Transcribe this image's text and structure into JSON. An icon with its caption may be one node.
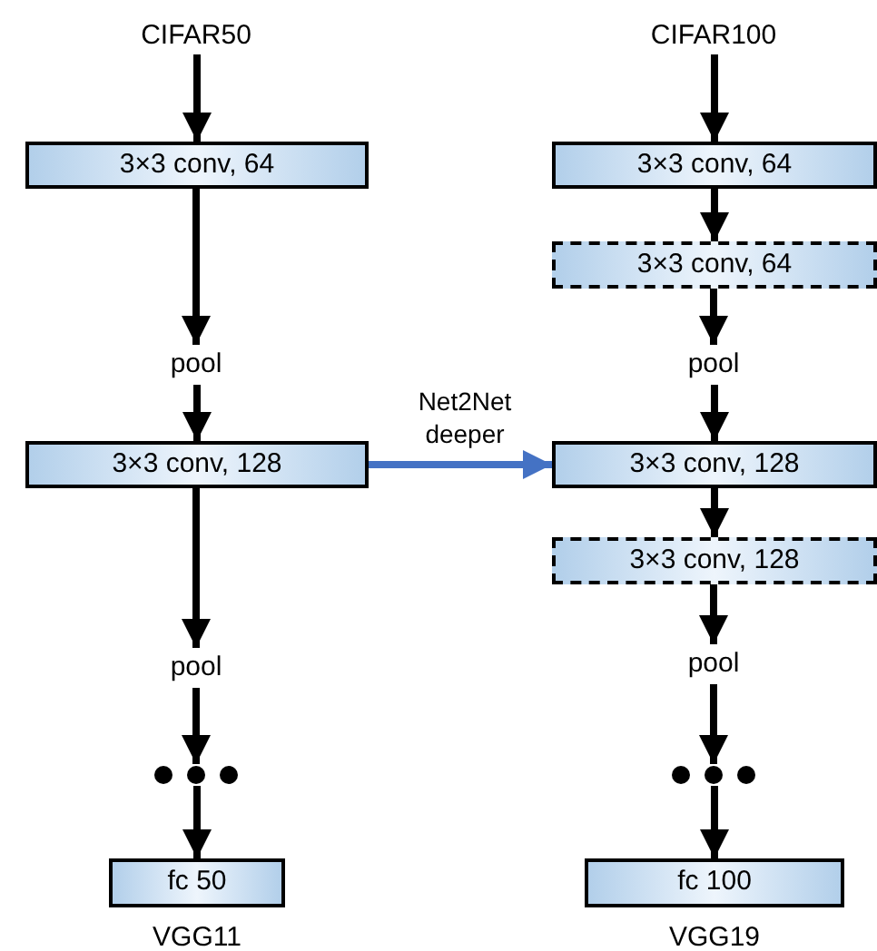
{
  "diagram": {
    "nodes": [
      {
        "text": [
          "CIFAR50"
        ]
      },
      {
        "text": [
          "CIFAR100"
        ]
      },
      {
        "text": [
          "3×3 conv, 64"
        ]
      },
      {
        "text": [
          "3×3 conv, 64"
        ]
      },
      {
        "text": [
          "3×3 conv, 64"
        ]
      },
      {
        "text": [
          "pool"
        ]
      },
      {
        "text": [
          "pool"
        ]
      },
      {
        "text": [
          "3×3 conv, 128"
        ]
      },
      {
        "text": [
          "3×3 conv, 128"
        ]
      },
      {
        "text": [
          "3×3 conv, 128"
        ]
      },
      {
        "text": [
          "pool"
        ]
      },
      {
        "text": [
          "pool"
        ]
      },
      {
        "text": [],
        "shape": "dots"
      },
      {
        "text": [],
        "shape": "dots"
      },
      {
        "text": [
          "fc 50"
        ],
        "beside": [
          "VGG11"
        ]
      },
      {
        "text": [
          "fc 100"
        ],
        "beside": [
          "VGG19"
        ]
      }
    ],
    "edges": [
      {
        "from": 0,
        "to": 2,
        "arrow": "to"
      },
      {
        "from": 2,
        "to": 5,
        "arrow": "to"
      },
      {
        "from": 5,
        "to": 7,
        "arrow": "to"
      },
      {
        "from": 7,
        "to": 10,
        "arrow": "to"
      },
      {
        "from": 10,
        "to": 12,
        "arrow": "to"
      },
      {
        "from": 12,
        "to": 14,
        "arrow": "to"
      },
      {
        "from": 1,
        "to": 3,
        "arrow": "to"
      },
      {
        "from": 3,
        "to": 4,
        "arrow": "to"
      },
      {
        "from": 4,
        "to": 6,
        "arrow": "to"
      },
      {
        "from": 6,
        "to": 8,
        "arrow": "to"
      },
      {
        "from": 8,
        "to": 9,
        "arrow": "to"
      },
      {
        "from": 9,
        "to": 11,
        "arrow": "to"
      },
      {
        "from": 11,
        "to": 13,
        "arrow": "to"
      },
      {
        "from": 13,
        "to": 15,
        "arrow": "to"
      },
      {
        "from": 7,
        "to": 8,
        "arrow": "to",
        "label": "Net2Net deeper",
        "color": "#4472c4"
      }
    ]
  }
}
